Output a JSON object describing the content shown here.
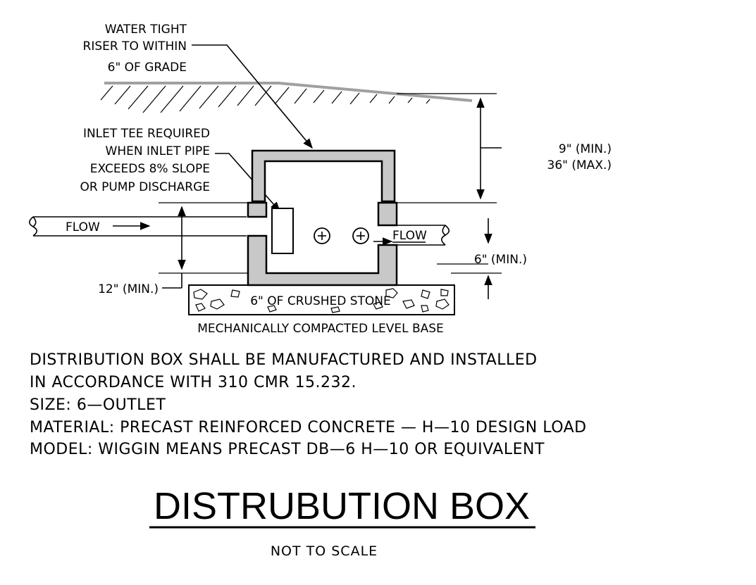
{
  "labels": {
    "riser_1": "WATER TIGHT",
    "riser_2": "RISER TO WITHIN",
    "riser_3": "6\" OF GRADE",
    "inlet_1": "INLET  TEE REQUIRED",
    "inlet_2": "WHEN INLET PIPE",
    "inlet_3": "EXCEEDS 8% SLOPE",
    "inlet_4": "OR PUMP DISCHARGE",
    "depth_min": "9\" (MIN.)",
    "depth_max": "36\" (MAX.)",
    "flow_in": "FLOW",
    "flow_out": "FLOW",
    "outlet_min": "6\" (MIN.)",
    "inlet_min": "12\" (MIN.)",
    "stone": "6\" OF CRUSHED STONE",
    "base": "MECHANICALLY COMPACTED LEVEL BASE"
  },
  "notes": [
    "DISTRIBUTION BOX SHALL BE MANUFACTURED AND INSTALLED",
    "IN ACCORDANCE WITH 310 CMR 15.232.",
    "SIZE: 6—OUTLET",
    "MATERIAL: PRECAST REINFORCED CONCRETE — H—10 DESIGN LOAD",
    "MODEL: WIGGIN MEANS PRECAST DB—6 H—10 OR EQUIVALENT"
  ],
  "title": "DISTRUBUTION BOX",
  "subtitle": "NOT TO SCALE",
  "colors": {
    "concrete": "#c8c8c8",
    "grade": "#a0a0a0",
    "ink": "#000000"
  }
}
